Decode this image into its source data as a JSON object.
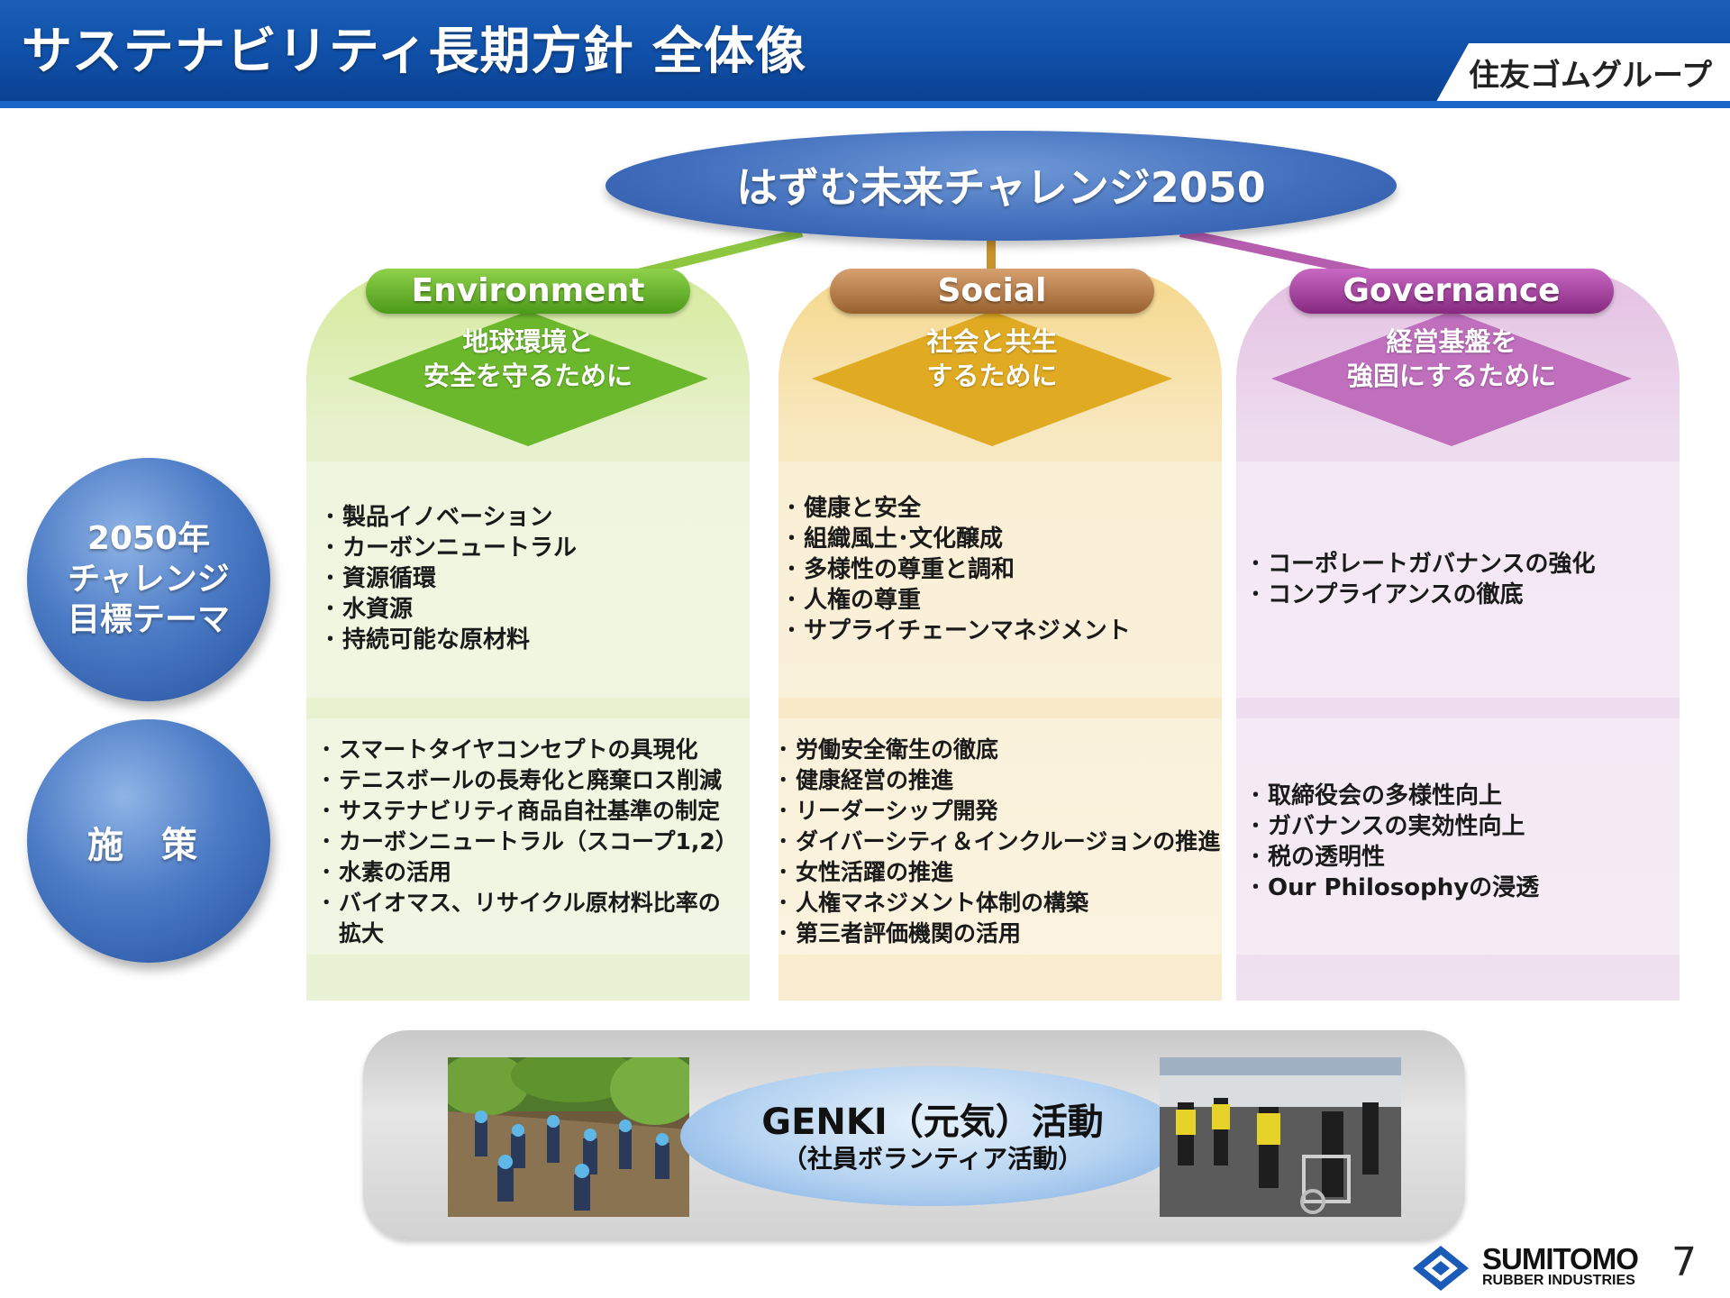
{
  "header": {
    "title": "サステナビリティ長期方針 全体像",
    "group": "住友ゴムグループ"
  },
  "vision": "はずむ未来チャレンジ2050",
  "rows": {
    "themes_label": [
      "2050年",
      "チャレンジ",
      "目標テーマ"
    ],
    "measures_label": "施 策"
  },
  "columns": {
    "environment": {
      "name": "Environment",
      "purpose": [
        "地球環境と",
        "安全を守るために"
      ],
      "themes": [
        "製品イノベーション",
        "カーボンニュートラル",
        "資源循環",
        "水資源",
        "持続可能な原材料"
      ],
      "measures": [
        "スマートタイヤコンセプトの具現化",
        "テニスボールの長寿化と廃棄ロス削減",
        "サステナビリティ商品自社基準の制定",
        "カーボンニュートラル（スコープ1,2）",
        "水素の活用",
        "バイオマス、リサイクル原材料比率の",
        "拡大"
      ]
    },
    "social": {
      "name": "Social",
      "purpose": [
        "社会と共生",
        "するために"
      ],
      "themes": [
        "健康と安全",
        "組織風土･文化醸成",
        "多様性の尊重と調和",
        "人権の尊重",
        "サプライチェーンマネジメント"
      ],
      "measures": [
        "労働安全衛生の徹底",
        "健康経営の推進",
        "リーダーシップ開発",
        "ダイバーシティ＆インクルージョンの推進",
        "女性活躍の推進",
        "人権マネジメント体制の構築",
        "第三者評価機関の活用"
      ]
    },
    "governance": {
      "name": "Governance",
      "purpose": [
        "経営基盤を",
        "強固にするために"
      ],
      "themes": [
        "コーポレートガバナンスの強化",
        "コンプライアンスの徹底"
      ],
      "measures": [
        "取締役会の多様性向上",
        "ガバナンスの実効性向上",
        "税の透明性",
        "Our Philosophyの浸透"
      ]
    }
  },
  "genki": {
    "title": "GENKI（元気）活動",
    "subtitle": "（社員ボランティア活動）"
  },
  "footer": {
    "logo_name": "SUMITOMO",
    "logo_sub": "RUBBER INDUSTRIES",
    "page": "7"
  },
  "colors": {
    "header_blue": "#0f4ea6",
    "environment": "#5aa823",
    "social": "#a86d36",
    "governance": "#9a3a95",
    "diamond_env": "#6cb82c",
    "diamond_soc": "#e0ab22",
    "diamond_gov": "#c06fbd"
  },
  "icons": [
    "sumitomo-logo-mark",
    "tree-planting-photo",
    "volunteer-event-photo"
  ]
}
